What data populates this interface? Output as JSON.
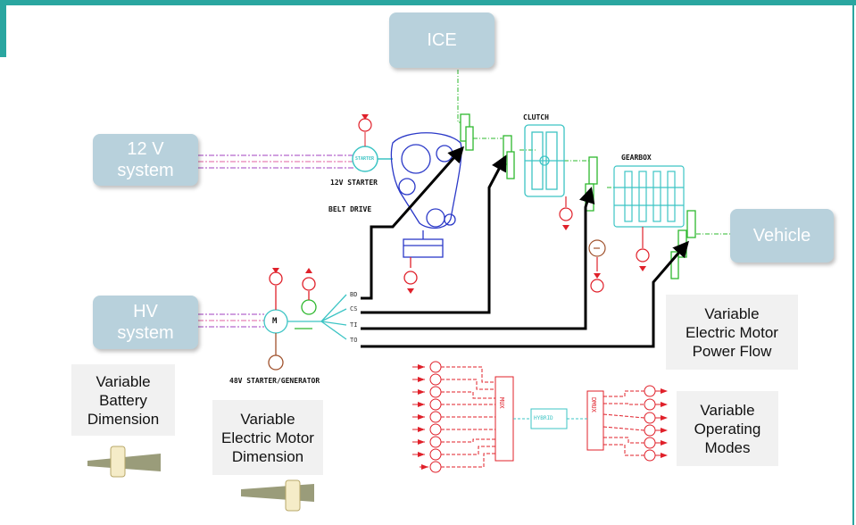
{
  "boxes": {
    "ice": "ICE",
    "system12v": "12 V\nsystem",
    "hv": "HV\nsystem",
    "vehicle": "Vehicle"
  },
  "components": {
    "clutch": "CLUTCH",
    "gearbox": "GEARBOX",
    "starter12v": "12V STARTER",
    "belt_drive": "BELT DRIVE",
    "starter_generator": "48V STARTER/GENERATOR",
    "starter_icon_text": "STARTER",
    "motor_icon_text": "M",
    "hybrid": "HYBRID",
    "mux": "MUX",
    "demux": "DMUX"
  },
  "ports": [
    "BD",
    "CS",
    "TI",
    "TO"
  ],
  "captions": {
    "battery": "Variable\nBattery\nDimension",
    "motor_dim": "Variable\nElectric Motor\nDimension",
    "power_flow": "Variable\nElectric Motor\nPower Flow",
    "modes": "Variable\nOperating\nModes"
  },
  "colors": {
    "accent": "#2aa6a0",
    "box_blue": "#b8d1dc",
    "component_blue": "#2b39c8",
    "green": "#2eb82e",
    "cyan": "#3cc4c4",
    "red": "#e0202a",
    "caption_bg": "#f1f1f1"
  }
}
